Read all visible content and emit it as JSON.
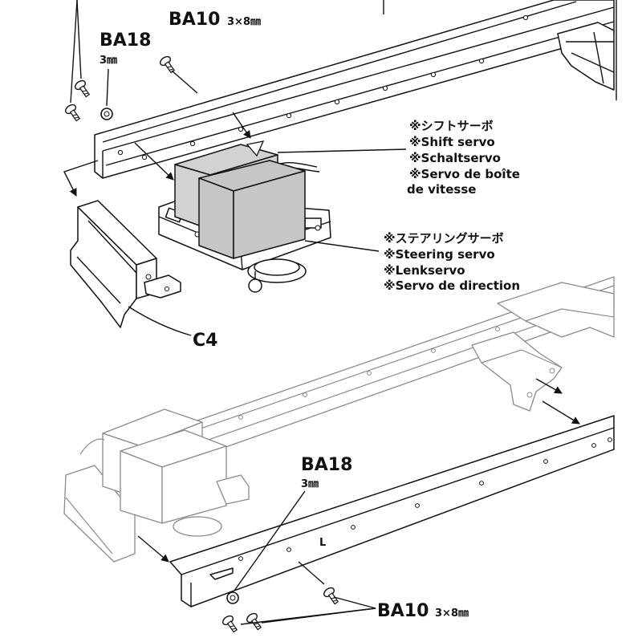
{
  "labels": {
    "top_ba10": {
      "part": "BA10",
      "size": "3×8㎜"
    },
    "top_ba18": {
      "part": "BA18",
      "size": "3㎜"
    },
    "shift_servo": [
      "※シフトサーボ",
      "※Shift servo",
      "※Schaltservo",
      "※Servo de boîte",
      "de vitesse"
    ],
    "steering_servo": [
      "※ステアリングサーボ",
      "※Steering servo",
      "※Lenkservo",
      "※Servo de direction"
    ],
    "bracket": "C4",
    "bottom_ba18": {
      "part": "BA18",
      "size": "3㎜"
    },
    "bottom_ba10": {
      "part": "BA10",
      "size": "3×8㎜"
    },
    "frame_mark": "L"
  },
  "colors": {
    "servo_fill": "#d2d2d2",
    "line": "#111111",
    "faded_line": "#8a8a8a"
  }
}
